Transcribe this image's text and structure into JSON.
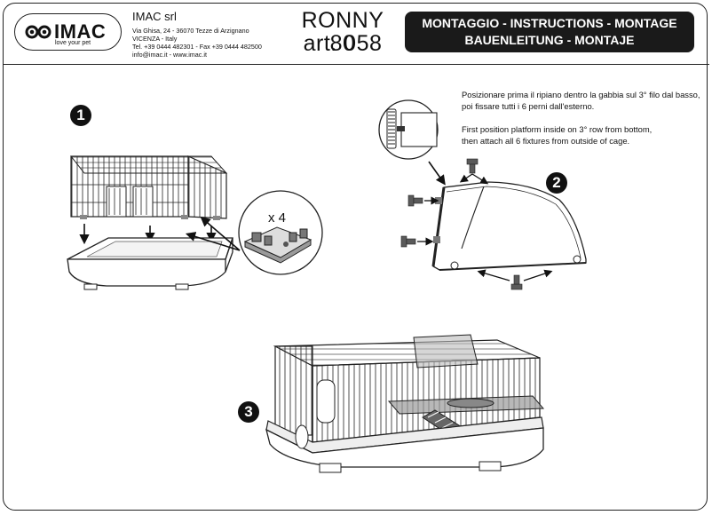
{
  "logo": {
    "brand": "IMAC",
    "slogan": "love your pet"
  },
  "company": {
    "name": "IMAC srl",
    "address_lines": [
      "Via Ghisa, 24 - 36070 Tezze di Arzignano",
      "VICENZA - Italy",
      "Tel. +39 0444 482301 - Fax +39 0444 482500",
      "info@imac.it - www.imac.it"
    ]
  },
  "product": {
    "name": "RONNY 80",
    "article": "art. 058"
  },
  "banner": {
    "line1": "MONTAGGIO - INSTRUCTIONS - MONTAGE",
    "line2": "BAUENLEITUNG - MONTAJE"
  },
  "steps": [
    {
      "number": "1",
      "quantity_label": "x 4"
    },
    {
      "number": "2",
      "note_it": [
        "Posizionare prima il ripiano dentro la gabbia sul 3° filo dal basso,",
        "poi fissare tutti i 6 perni dall'esterno."
      ],
      "note_en": [
        "First position platform inside on 3° row from bottom,",
        "then attach all 6 fixtures from outside of cage."
      ]
    },
    {
      "number": "3"
    }
  ],
  "colors": {
    "ink": "#1a1a1a",
    "line": "#222222",
    "platform": "#9a9a9a",
    "fixture": "#5a5a5a"
  }
}
